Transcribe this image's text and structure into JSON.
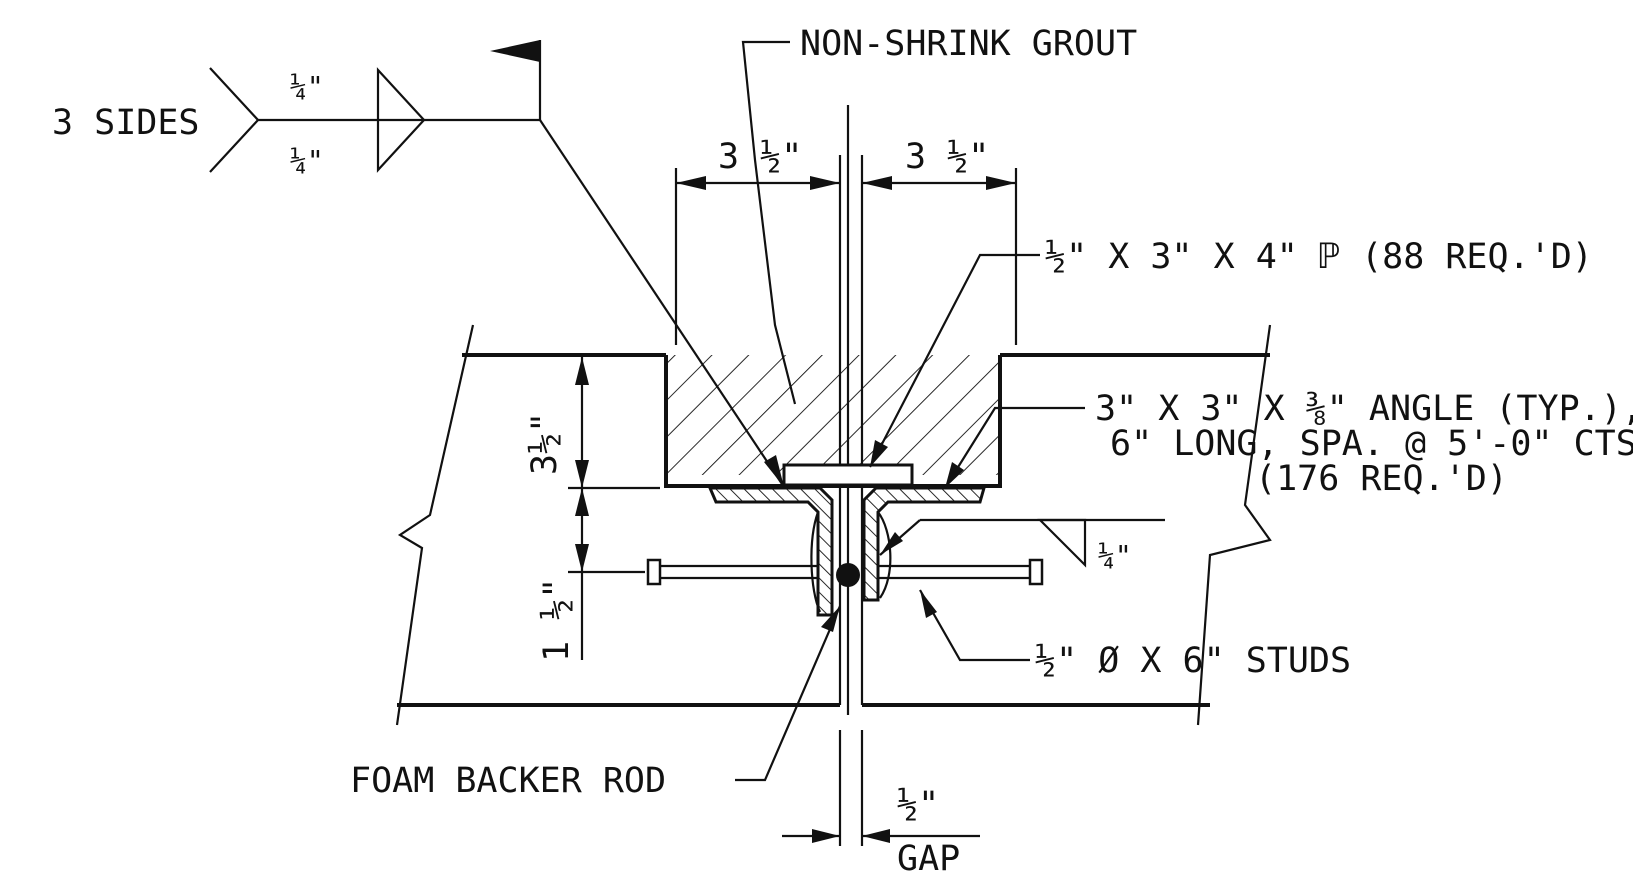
{
  "labels": {
    "grout": "NON-SHRINK GROUT",
    "three_sides": "3 SIDES",
    "plate": "½\" X 3\" X 4\" ℙ (88 REQ.'D)",
    "angle_line1": "3\" X 3\" X ⅜\" ANGLE (TYP.),",
    "angle_line2": "6\" LONG, SPA. @ 5'-0\" CTS.",
    "angle_line3": "(176 REQ.'D)",
    "studs": "½\" Ø X 6\" STUDS",
    "backer_rod": "FOAM BACKER ROD",
    "gap": "GAP"
  },
  "dimensions": {
    "weld_top": "¼\"",
    "weld_bottom": "¼\"",
    "left_width": "3 ½\"",
    "right_width": "3 ½\"",
    "depth_top": "3½\"",
    "depth_bottom": "1 ½\"",
    "fillet_weld": "¼\"",
    "gap_width": "½\""
  }
}
